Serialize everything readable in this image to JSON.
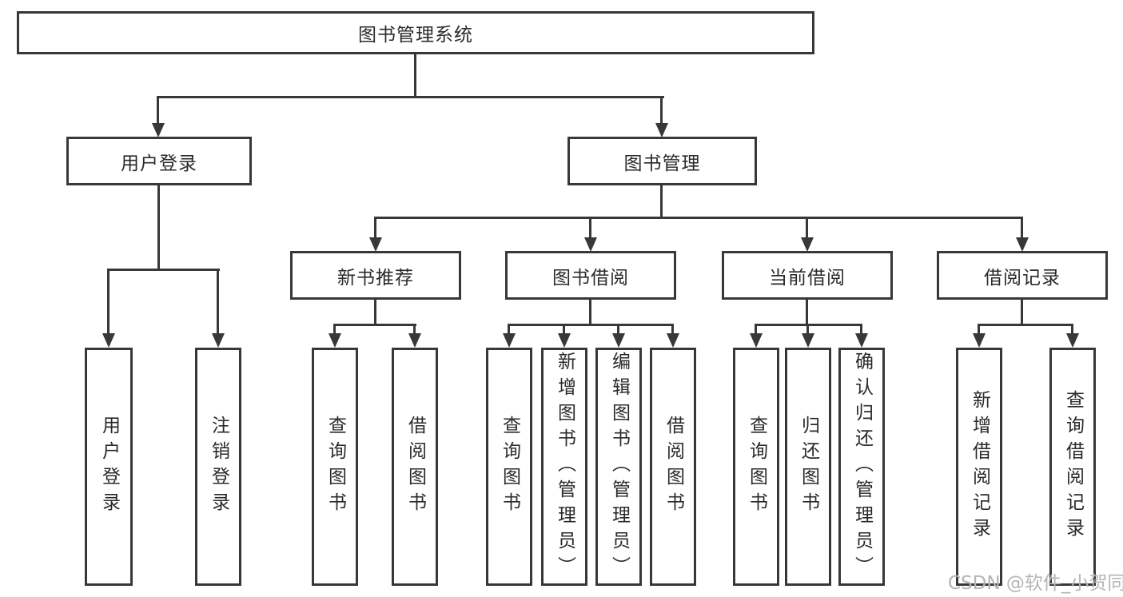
{
  "diagram": {
    "title": "图书管理系统",
    "level2": {
      "user_login": "用户登录",
      "book_mgmt": "图书管理"
    },
    "level3": {
      "new_book_rec": "新书推荐",
      "book_borrow": "图书借阅",
      "current_borrow": "当前借阅",
      "borrow_records": "借阅记录"
    },
    "leaves": {
      "user_login": "用户登录",
      "logout": "注销登录",
      "rec_query_book": "查询图书",
      "rec_borrow_book": "借阅图书",
      "bb_query_book": "查询图书",
      "bb_add_book": "新增图书（管理员）",
      "bb_edit_book": "编辑图书（管理员）",
      "bb_borrow_book": "借阅图书",
      "cb_query_book": "查询图书",
      "cb_return_book": "归还图书",
      "cb_confirm_return": "确认归还（管理员）",
      "br_add_record": "新增借阅记录",
      "br_query_record": "查询借阅记录"
    },
    "structure": {
      "图书管理系统": [
        "用户登录",
        "图书管理"
      ],
      "用户登录": [
        "用户登录",
        "注销登录"
      ],
      "图书管理": [
        "新书推荐",
        "图书借阅",
        "当前借阅",
        "借阅记录"
      ],
      "新书推荐": [
        "查询图书",
        "借阅图书"
      ],
      "图书借阅": [
        "查询图书",
        "新增图书（管理员）",
        "编辑图书（管理员）",
        "借阅图书"
      ],
      "当前借阅": [
        "查询图书",
        "归还图书",
        "确认归还（管理员）"
      ],
      "借阅记录": [
        "新增借阅记录",
        "查询借阅记录"
      ]
    }
  },
  "watermark": "CSDN @软件_小贺同学",
  "colors": {
    "line": "#383838",
    "text": "#2a2a2a",
    "background": "#ffffff",
    "watermark": "#b5b5b5"
  }
}
